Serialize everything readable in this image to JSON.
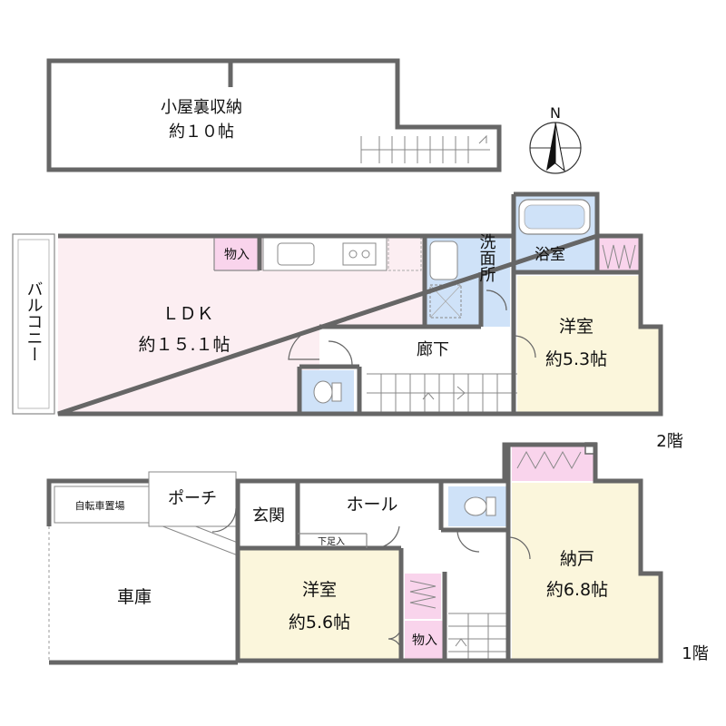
{
  "attic": {
    "label": "小屋裏収納",
    "size": "約１０帖"
  },
  "compass": {
    "letter": "N"
  },
  "floor2": {
    "level_label": "2階",
    "balcony": "バルコニー",
    "ldk": {
      "label": "ＬＤＫ",
      "size": "約１５.１帖"
    },
    "storage": "物入",
    "washroom": "洗面所",
    "bathroom": "浴室",
    "western_room": {
      "label": "洋室",
      "size": "約5.3帖"
    },
    "hallway": "廊下"
  },
  "floor1": {
    "level_label": "1階",
    "bicycle_parking": "自転車置場",
    "porch": "ポーチ",
    "garage": "車庫",
    "entrance": "玄関",
    "hall": "ホール",
    "shoe_storage": "下足入",
    "western_room": {
      "label": "洋室",
      "size": "約5.6帖"
    },
    "storage": "物入",
    "closet_room": {
      "label": "納戸",
      "size": "約6.8帖"
    }
  },
  "colors": {
    "ldk": "#fceef2",
    "western": "#fbf6dc",
    "wet": "#cfe2f8",
    "storage": "#f9d4ec",
    "wall": "#666666"
  }
}
